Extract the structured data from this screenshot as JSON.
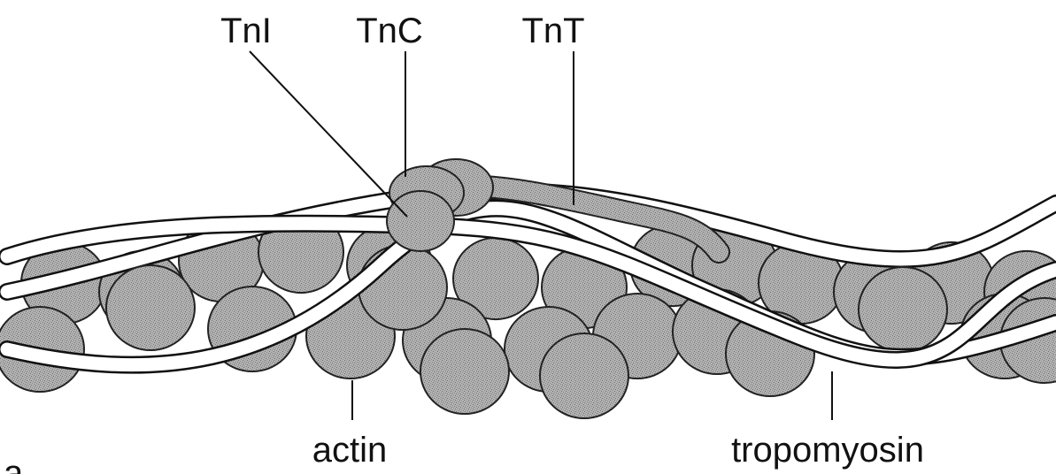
{
  "labels": {
    "tni": "TnI",
    "tnc": "TnC",
    "tnt": "TnT",
    "actin": "actin",
    "tropomyosin": "tropomyosin",
    "panel_letter": "a"
  },
  "colors": {
    "background": "#ffffff",
    "protein_fill": "#a9a9a9",
    "outline": "#222222",
    "strand_fill": "#ffffff"
  }
}
